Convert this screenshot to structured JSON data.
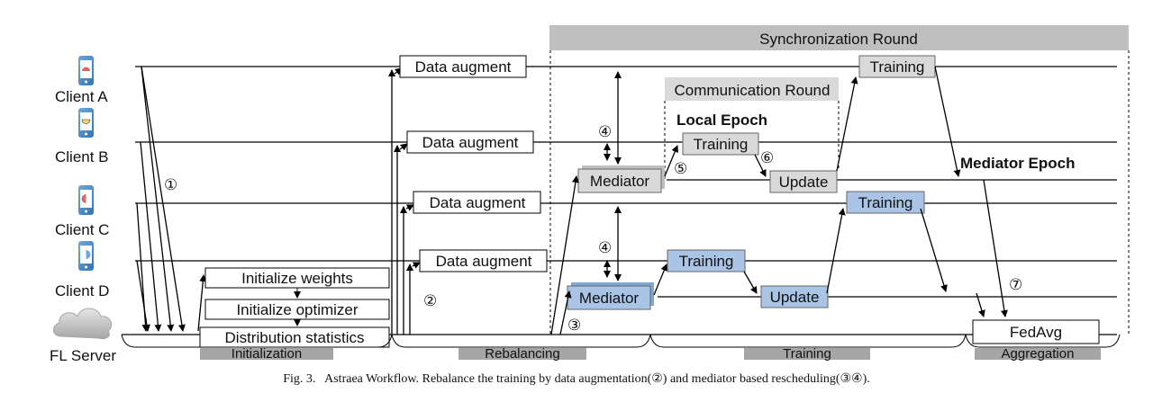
{
  "banner": "Synchronization Round",
  "clients": [
    "Client A",
    "Client B",
    "Client C",
    "Client D",
    "FL Server"
  ],
  "init_steps": [
    "Initialize weights",
    "Initialize optimizer",
    "Distribution statistics"
  ],
  "data_augment": "Data augment",
  "mediator": "Mediator",
  "training": "Training",
  "update": "Update",
  "fedavg": "FedAvg",
  "communication_round": "Communication Round",
  "local_epoch": "Local Epoch",
  "mediator_epoch": "Mediator Epoch",
  "phases": [
    "Initialization",
    "Rebalancing",
    "Training",
    "Aggregation"
  ],
  "markers": [
    "①",
    "②",
    "③",
    "④",
    "④",
    "⑤",
    "⑥",
    "⑦"
  ],
  "caption": "Fig. 3.   Astraea Workflow. Rebalance the training by data augmentation(②) and mediator based rescheduling(③④).",
  "colors": {
    "gray_box": "#d9d9d9",
    "blue_box": "#a9c4e4",
    "banner": "#bfbfbf",
    "phase_bar": "#a6a6a6",
    "phone": "#5b9bd5"
  }
}
